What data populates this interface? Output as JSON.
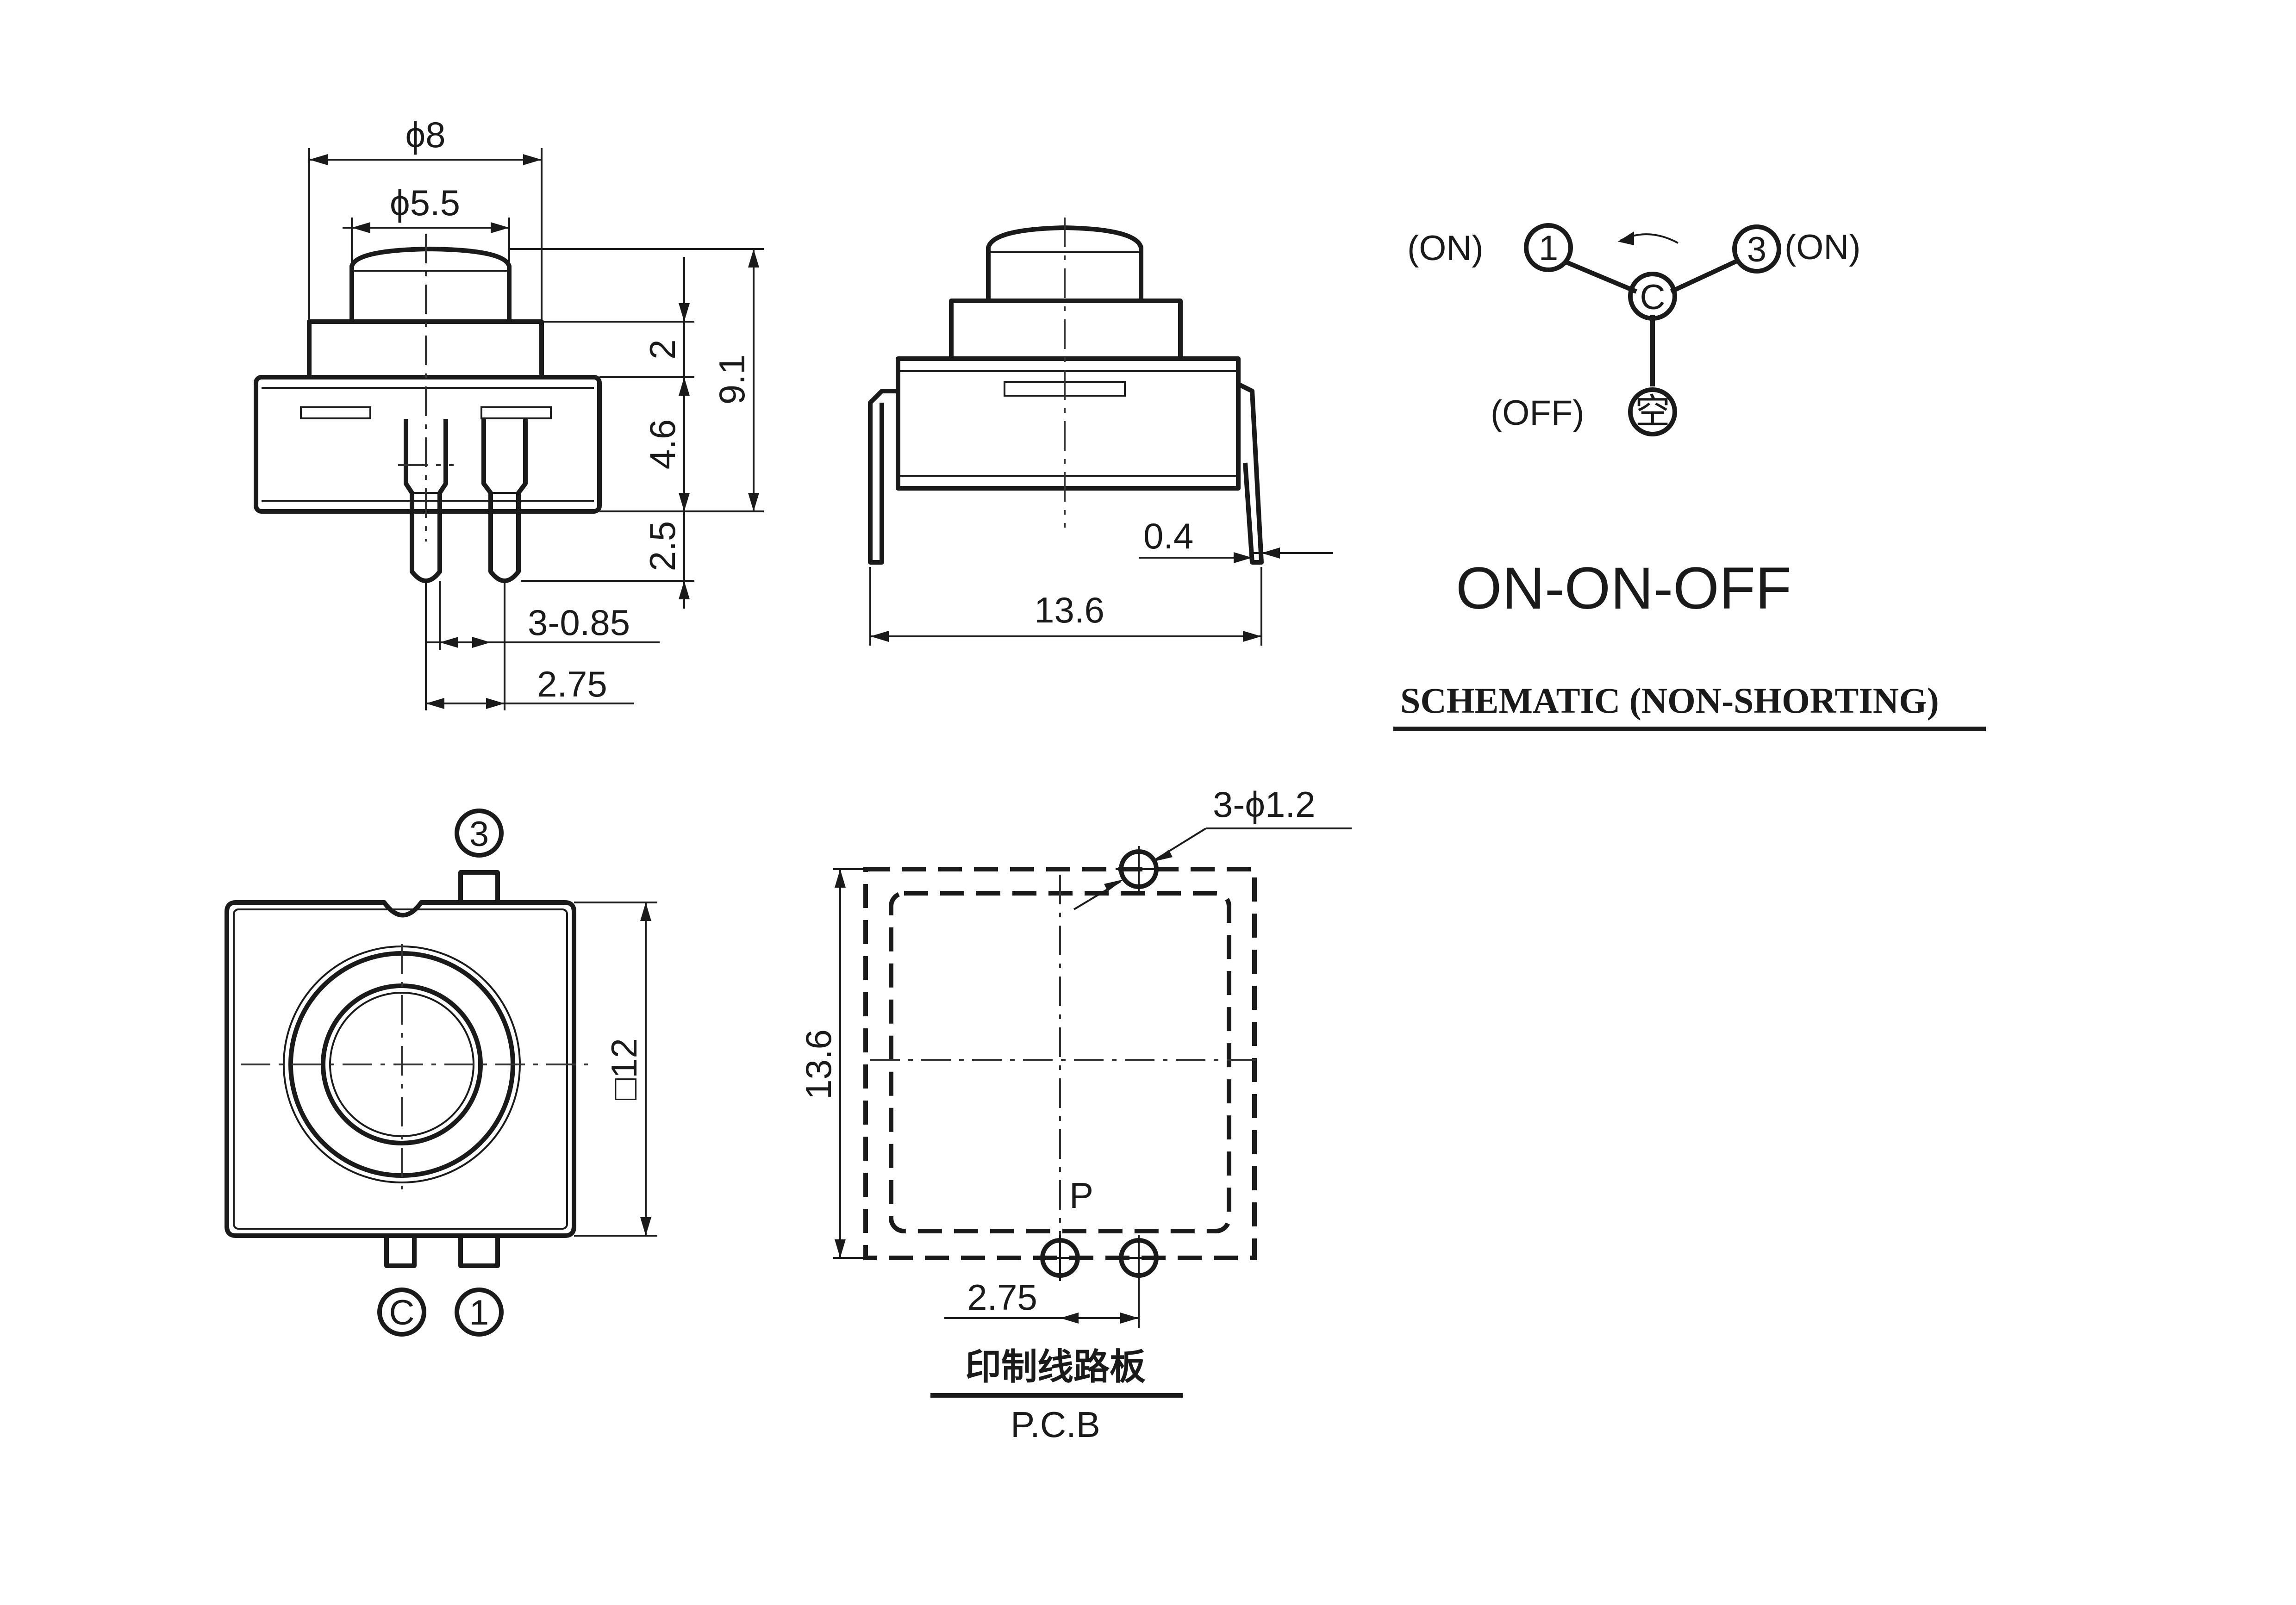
{
  "side_view": {
    "dim_outer_diameter": "ϕ8",
    "dim_inner_diameter": "ϕ5.5",
    "dim_cap_height": "2",
    "dim_body_height": "4.6",
    "dim_pin_length": "2.5",
    "dim_total_height": "9.1",
    "dim_pin_width": "3-0.85",
    "dim_pin_pitch": "2.75"
  },
  "front_view": {
    "dim_lead_thickness": "0.4",
    "dim_width": "13.6"
  },
  "schematic": {
    "terminal_1": "1",
    "terminal_3": "3",
    "terminal_common": "C",
    "terminal_empty": "空",
    "label_on_left": "(ON)",
    "label_on_right": "(ON)",
    "label_off": "(OFF)",
    "mode": "ON-ON-OFF",
    "title": "SCHEMATIC (NON-SHORTING)"
  },
  "top_view": {
    "pin_label_top": "3",
    "pin_label_common": "C",
    "pin_label_one": "1",
    "dim_square": "□12"
  },
  "pcb_view": {
    "dim_holes": "3-ϕ1.2",
    "dim_size": "13.6",
    "label_p": "P",
    "dim_pitch": "2.75",
    "title_cn": "印制线路板",
    "title_en": "P.C.B"
  }
}
